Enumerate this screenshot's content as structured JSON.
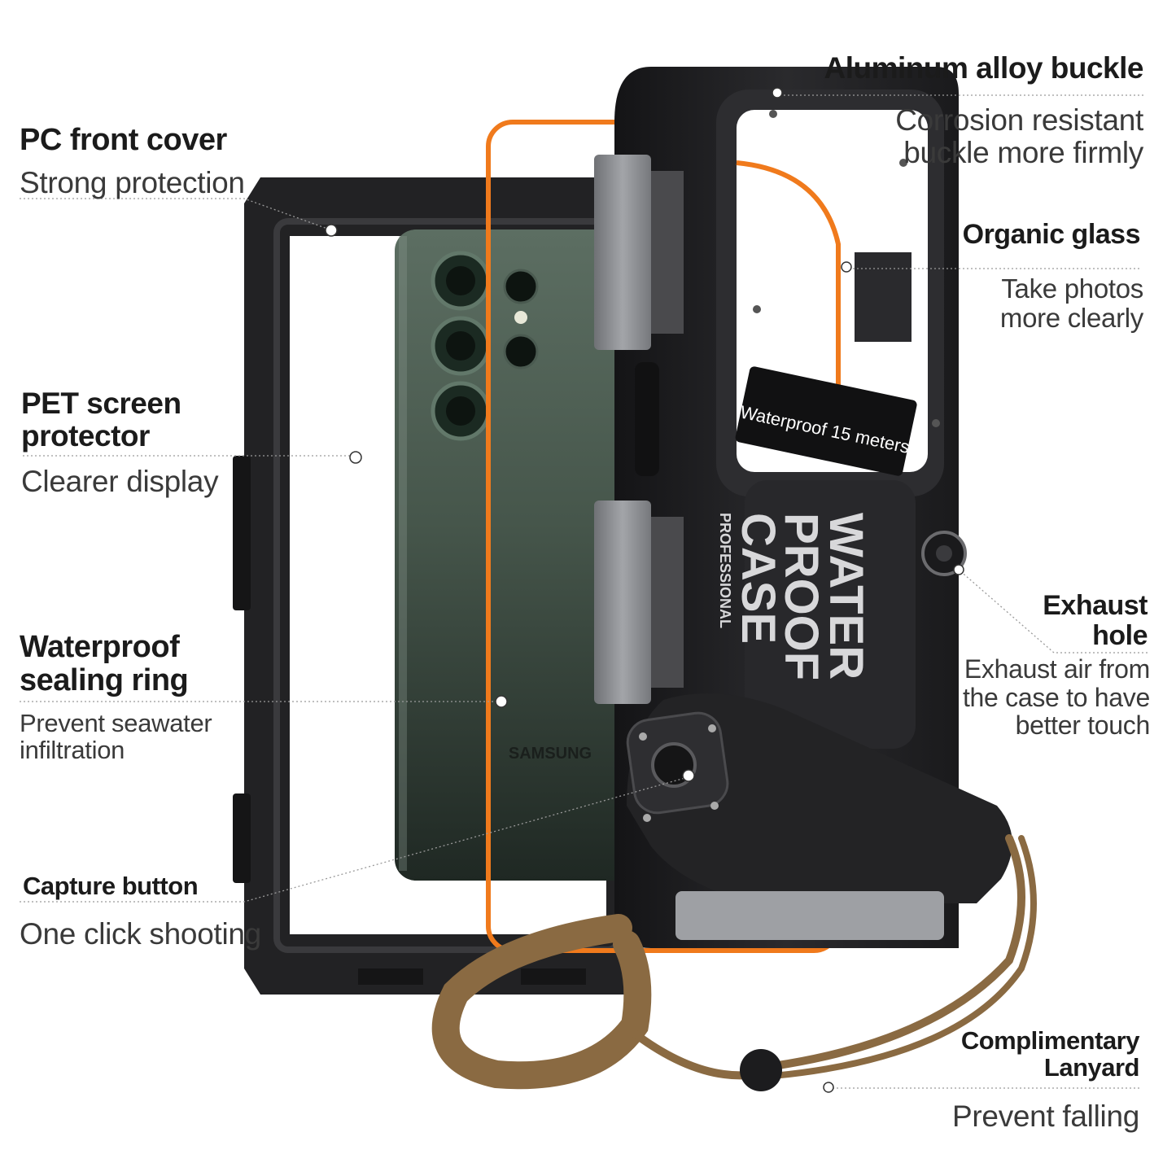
{
  "colors": {
    "orange": "#f07a1c",
    "case_black": "#1c1c1e",
    "frame_black": "#262628",
    "hinge_gray": "#8c8e92",
    "phone_green": "#3b4a40",
    "lanyard": "#8a6a42"
  },
  "features": {
    "pc_cover": {
      "title": "PC front cover",
      "desc": "Strong protection"
    },
    "pet": {
      "title": "PET screen protector",
      "desc": "Clearer display"
    },
    "ring": {
      "title": "Waterproof sealing ring",
      "desc": "Prevent seawater infiltration"
    },
    "capture": {
      "title": "Capture button",
      "desc": "One click shooting"
    },
    "aluminum": {
      "title": "Aluminum alloy buckle",
      "desc": "Corrosion resistant buckle more firmly"
    },
    "glass": {
      "title": "Organic glass",
      "desc": "Take photos more clearly"
    },
    "exhaust": {
      "title": "Exhaust hole",
      "desc": "Exhaust air from the case to have better touch"
    },
    "lanyard": {
      "title": "Complimentary Lanyard",
      "desc": "Prevent falling"
    }
  },
  "product": {
    "window_text": "Waterproof  15  meters",
    "phone_brand": "SAMSUNG",
    "badge_line1": "WATER",
    "badge_line2": "PROOF",
    "badge_line3": "CASE",
    "badge_sub": "PROFESSIONAL"
  }
}
